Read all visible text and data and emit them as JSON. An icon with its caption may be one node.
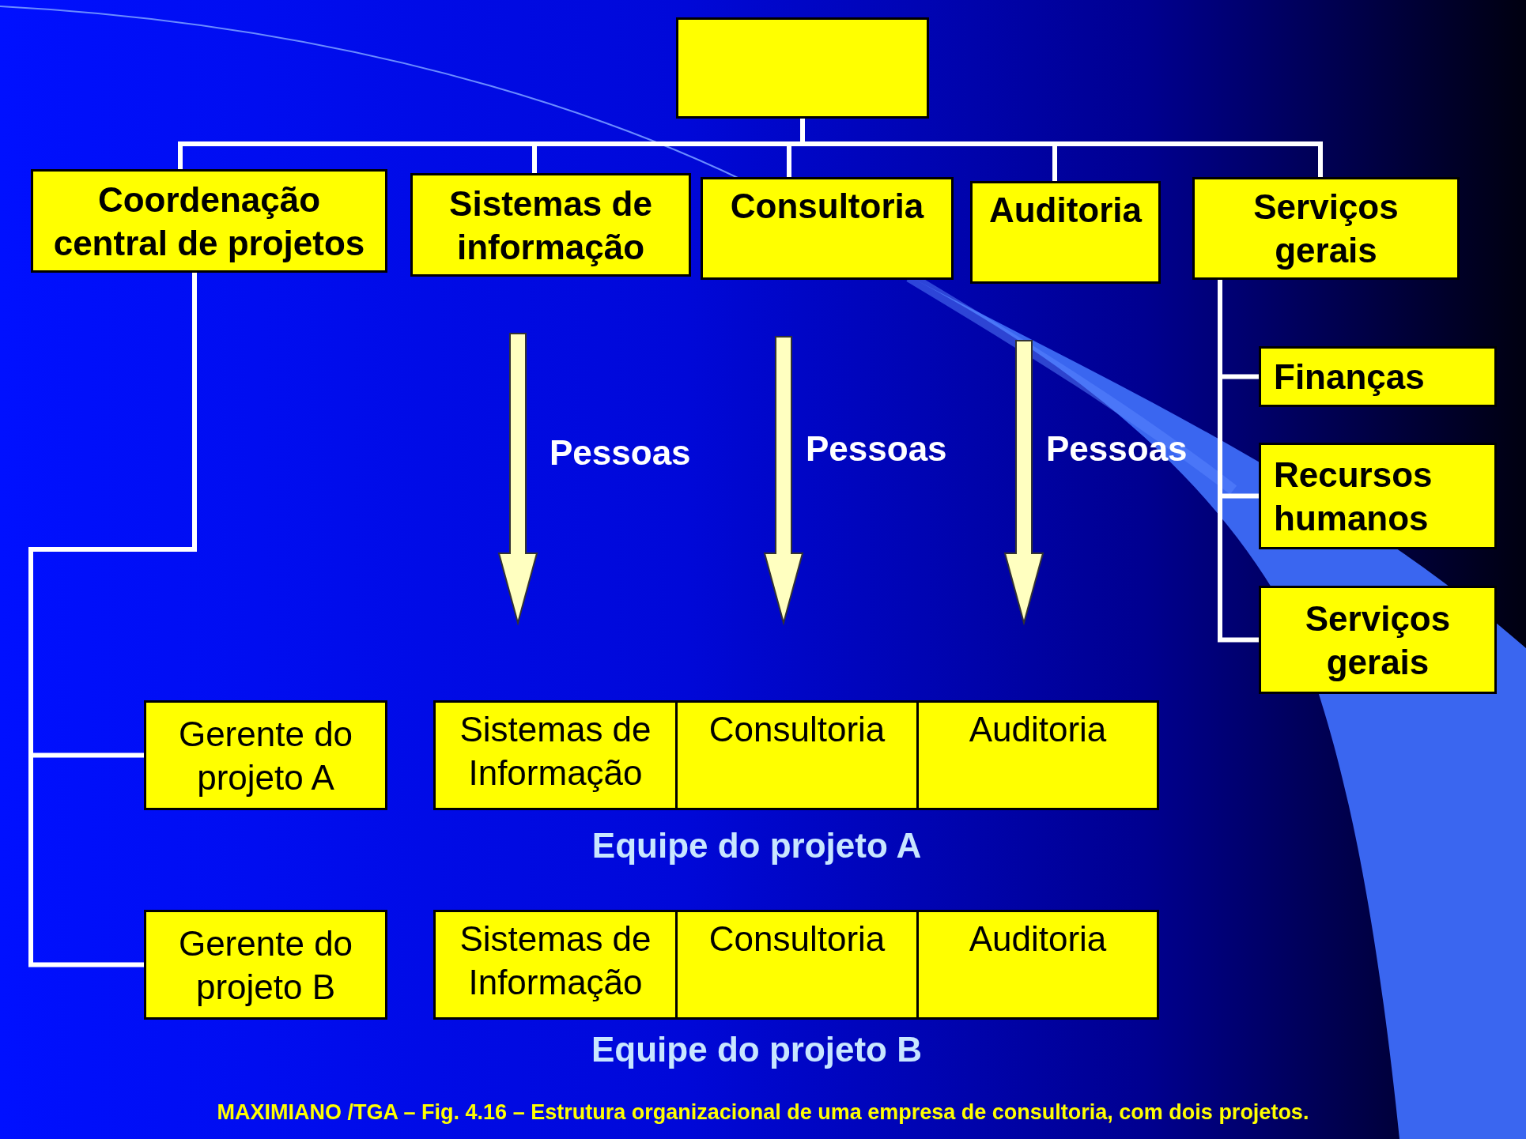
{
  "diagram": {
    "caption": "MAXIMIANO /TGA  – Fig. 4.16 – Estrutura organizacional de uma empresa de consultoria, com dois projetos.",
    "nodes": [
      {
        "text": [],
        "shape": "box"
      },
      {
        "text": [
          "Coordenação central de projetos"
        ]
      },
      {
        "text": [
          "Sistemas de informação"
        ]
      },
      {
        "text": [
          "Consultoria"
        ]
      },
      {
        "text": [
          "Auditoria"
        ]
      },
      {
        "text": [
          "Serviços gerais"
        ]
      },
      {
        "text": [
          "Finanças"
        ]
      },
      {
        "text": [
          "Recursos humanos"
        ]
      },
      {
        "text": [
          "Serviços gerais"
        ]
      },
      {
        "text": [
          "Gerente do projeto A"
        ]
      },
      {
        "text": [
          "Sistemas de Informação"
        ]
      },
      {
        "text": [
          "Consultoria"
        ]
      },
      {
        "text": [
          "Auditoria"
        ]
      },
      {
        "text": [
          "Gerente do projeto B"
        ]
      },
      {
        "text": [
          "Sistemas de Informação"
        ]
      },
      {
        "text": [
          "Consultoria"
        ]
      },
      {
        "text": [
          "Auditoria"
        ]
      }
    ],
    "edges": [
      {
        "from": 0,
        "to": 1,
        "arrow": "none"
      },
      {
        "from": 0,
        "to": 2,
        "arrow": "none"
      },
      {
        "from": 0,
        "to": 3,
        "arrow": "none"
      },
      {
        "from": 0,
        "to": 4,
        "arrow": "none"
      },
      {
        "from": 0,
        "to": 5,
        "arrow": "none"
      },
      {
        "from": 1,
        "to": 9,
        "arrow": "none"
      },
      {
        "from": 1,
        "to": 13,
        "arrow": "none"
      },
      {
        "from": 5,
        "to": 6,
        "arrow": "none"
      },
      {
        "from": 5,
        "to": 7,
        "arrow": "none"
      },
      {
        "from": 5,
        "to": 8,
        "arrow": "none"
      },
      {
        "from": 2,
        "to": 10,
        "arrow": "to",
        "label": "Pessoas",
        "style": "thick",
        "color": "#ffffc0"
      },
      {
        "from": 3,
        "to": 11,
        "arrow": "to",
        "label": "Pessoas",
        "style": "thick",
        "color": "#ffffc0"
      },
      {
        "from": 4,
        "to": 12,
        "arrow": "to",
        "label": "Pessoas",
        "style": "thick",
        "color": "#ffffc0"
      }
    ],
    "labels": [
      "Equipe do projeto A",
      "Equipe do projeto B"
    ]
  }
}
